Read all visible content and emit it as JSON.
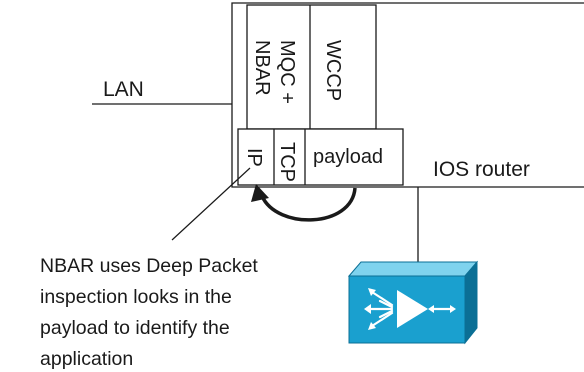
{
  "router": {
    "label": "IOS router",
    "stack": {
      "nbar": "NBAR",
      "mqc": "MQC +",
      "wccp": "WCCP"
    },
    "packet": {
      "ip": "IP",
      "tcp": "TCP",
      "payload": "payload"
    }
  },
  "lan": {
    "label": "LAN"
  },
  "callout": {
    "lines": [
      "NBAR uses Deep Packet",
      "inspection looks in the",
      "payload to identify the",
      "application"
    ]
  },
  "colors": {
    "line": "#1a1a1a",
    "device_fill": "#1aa0cf",
    "device_dark": "#0b6f95",
    "device_light": "#7fd3ee",
    "glyph": "#ffffff"
  }
}
